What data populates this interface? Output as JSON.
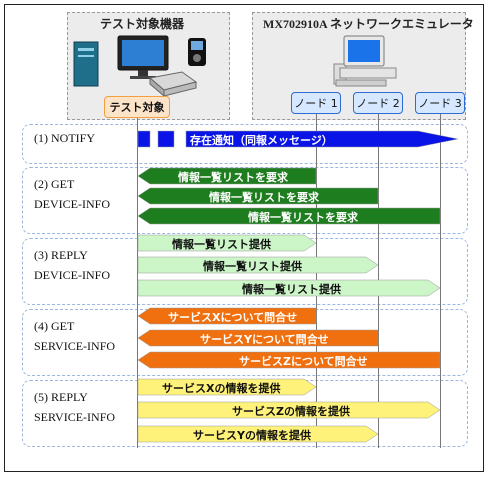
{
  "devices": {
    "target_device_title": "テスト対象機器",
    "emulator_title": "MX702910A ネットワークエミュレータ",
    "target_label": "テスト対象",
    "nodes": [
      "ノード 1",
      "ノード 2",
      "ノード 3"
    ]
  },
  "steps": [
    {
      "label": "(1) NOTIFY",
      "messages": [
        {
          "text": "存在通知（同報メッセージ）",
          "direction": "to-nodes",
          "color": "#0a14e6"
        }
      ]
    },
    {
      "label": "(2) GET\nDEVICE-INFO",
      "messages": [
        {
          "text": "情報一覧リストを要求",
          "node": 1,
          "direction": "to-target",
          "color": "#1e7d1e"
        },
        {
          "text": "情報一覧リストを要求",
          "node": 2,
          "direction": "to-target",
          "color": "#1e7d1e"
        },
        {
          "text": "情報一覧リストを要求",
          "node": 3,
          "direction": "to-target",
          "color": "#1e7d1e"
        }
      ]
    },
    {
      "label": "(3) REPLY\nDEVICE-INFO",
      "messages": [
        {
          "text": "情報一覧リスト提供",
          "node": 1,
          "direction": "to-node",
          "color": "#ccf5c8"
        },
        {
          "text": "情報一覧リスト提供",
          "node": 2,
          "direction": "to-node",
          "color": "#ccf5c8"
        },
        {
          "text": "情報一覧リスト提供",
          "node": 3,
          "direction": "to-node",
          "color": "#ccf5c8"
        }
      ]
    },
    {
      "label": "(4) GET\nSERVICE-INFO",
      "messages": [
        {
          "text": "サービスXについて問合せ",
          "node": 1,
          "direction": "to-target",
          "color": "#f07010"
        },
        {
          "text": "サービスYについて問合せ",
          "node": 2,
          "direction": "to-target",
          "color": "#f07010"
        },
        {
          "text": "サービスZについて問合せ",
          "node": 3,
          "direction": "to-target",
          "color": "#f07010"
        }
      ]
    },
    {
      "label": "(5) REPLY\nSERVICE-INFO",
      "messages": [
        {
          "text": "サービスXの情報を提供",
          "node": 1,
          "direction": "to-node",
          "color": "#fff27a"
        },
        {
          "text": "サービスZの情報を提供",
          "node": 3,
          "direction": "to-node",
          "color": "#fff27a"
        },
        {
          "text": "サービスYの情報を提供",
          "node": 2,
          "direction": "to-node",
          "color": "#fff27a"
        }
      ]
    }
  ]
}
